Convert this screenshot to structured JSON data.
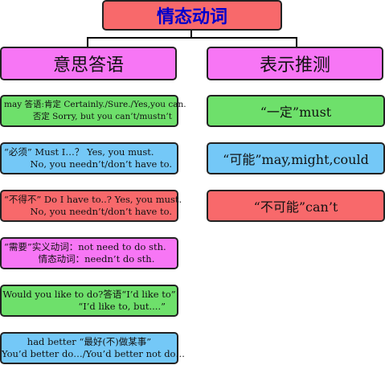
{
  "title": "情态动词",
  "left_heading": "意思答语",
  "right_heading": "表示推测",
  "left_boxes": [
    {
      "line1": "may 答语:肯定 Certainly./Sure./Yes,you can.",
      "line2": "否定 Sorry, but you can’t/mustn’t",
      "color": "#6ee06b"
    },
    {
      "line1": "“必须” Must I…？ Yes, you must.",
      "line2": "No, you needn’t/don’t have to.",
      "color": "#74c8f7"
    },
    {
      "line1": "“不得不” Do I have to..? Yes, you must.",
      "line2": "No, you needn’t/don’t have to.",
      "color": "#f8696b"
    },
    {
      "line1": "“需要”实义动词：not need to do sth.",
      "line2": "情态动词：needn’t do sth.",
      "color": "#f776f5"
    },
    {
      "line1": "Would you like to do?答语“I’d like to”",
      "line2": "“I’d like to, but....”",
      "color": "#6ee06b"
    },
    {
      "line1": "had better “最好(不)做某事”",
      "line2": "You’d better do…/You’d better not do…",
      "color": "#74c8f7"
    }
  ],
  "right_boxes": [
    {
      "text": "“一定”must",
      "color": "#6ee06b"
    },
    {
      "text": "“可能”may,might,could",
      "color": "#74c8f7"
    },
    {
      "text": "“不可能”can’t",
      "color": "#f8696b"
    }
  ]
}
